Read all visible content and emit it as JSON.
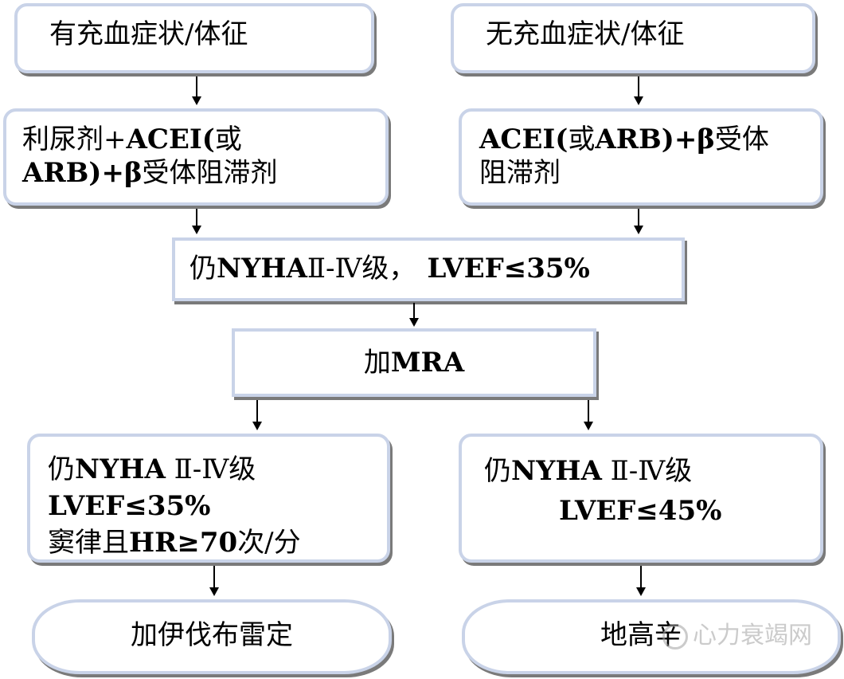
{
  "nodes": {
    "symptoms_yes": "有充血症状/体征",
    "symptoms_no": "无充血症状/体征",
    "treat_left_l1": "利尿剂+",
    "treat_left_l1_b": "ACEI(",
    "treat_left_l1_c": "或",
    "treat_left_l2_b": "ARB)+β",
    "treat_left_l2_c": "受体阻滞剂",
    "treat_right_l1_b": "ACEI(",
    "treat_right_l1_c": "或",
    "treat_right_l1_d": "ARB)+β",
    "treat_right_l1_e": "受体",
    "treat_right_l2": "阻滞剂",
    "still_a": "仍",
    "still_b": "NYHA",
    "still_c": "Ⅱ-Ⅳ级，",
    "still_d": "LVEF≤35%",
    "add_mra_a": "加",
    "add_mra_b": "MRA",
    "left_cond_l1_a": "仍",
    "left_cond_l1_b": "NYHA",
    "left_cond_l1_c": " Ⅱ-Ⅳ级",
    "left_cond_l2": "LVEF≤35%",
    "left_cond_l3_a": "窦律且",
    "left_cond_l3_b": "HR≥70",
    "left_cond_l3_c": "次/分",
    "right_cond_l1_a": "仍",
    "right_cond_l1_b": "NYHA",
    "right_cond_l1_c": " Ⅱ-Ⅳ级",
    "right_cond_l2": "LVEF≤45%",
    "ivabradine": "加伊伐布雷定",
    "digoxin": "地高辛"
  },
  "watermark": "心力衰竭网",
  "colors": {
    "border": "#c9d3e8",
    "shadow": "#7a7a7a"
  }
}
